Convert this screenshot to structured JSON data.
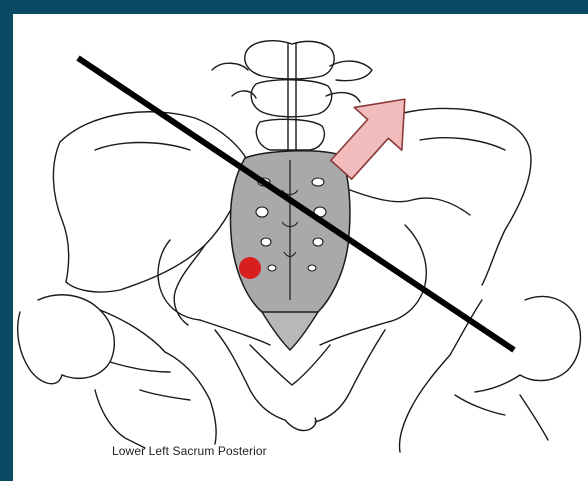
{
  "figure": {
    "caption": "Lower Left Sacrum Posterior",
    "colors": {
      "frame": "#0b4a63",
      "panel": "#ffffff",
      "bone_outline": "#1a1a1a",
      "sacrum_fill": "#a9a9a9",
      "arrow_fill": "#f3bcbc",
      "arrow_stroke": "#8a3a3a",
      "marker": "#d81e1e",
      "axis_line": "#000000"
    },
    "icons": [
      "pelvis-illustration",
      "sacrum",
      "lumbar-vertebrae",
      "rotation-arrow",
      "red-marker",
      "rotation-axis-line"
    ]
  }
}
